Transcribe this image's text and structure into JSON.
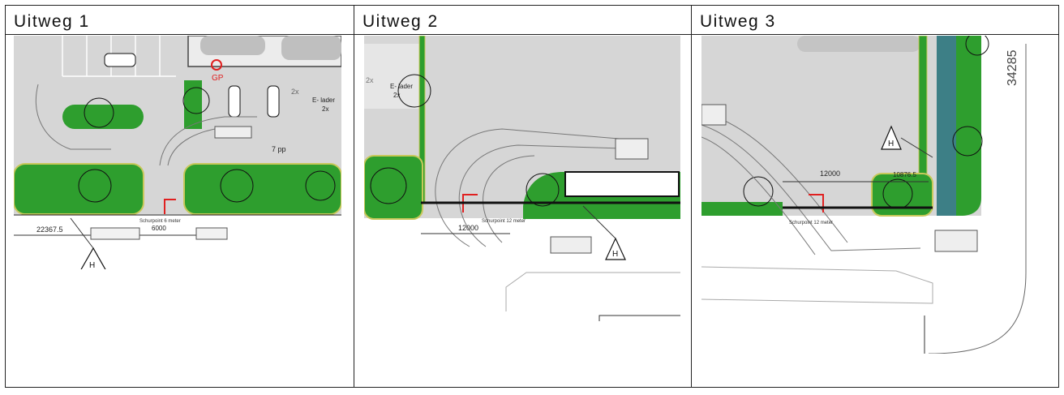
{
  "table": {
    "columns": [
      {
        "title": "Uitweg 1",
        "labels": {
          "gp": "GP",
          "two_x": "2x",
          "e_lader": "E- lader",
          "e_lader_count": "2x",
          "pp": "7 pp",
          "dim_a": "22367.5",
          "dim_b": "6000",
          "sweep": "Schurpoint 6 meter",
          "h_sign": "H"
        }
      },
      {
        "title": "Uitweg 2",
        "labels": {
          "two_x": "2x",
          "e_lader": "E- lader",
          "e_lader_count": "2x",
          "dim_a": "12000",
          "sweep": "Schurpoint 12 meter",
          "h_sign": "H"
        }
      },
      {
        "title": "Uitweg 3",
        "labels": {
          "coord": "34285",
          "dim_a": "12000",
          "dim_b": "10876.5",
          "sweep": "Schurpoint 12 meter",
          "h_sign": "H"
        }
      }
    ]
  },
  "colors": {
    "grass": "#2e9e2e",
    "grass_dark": "#1f6f1f",
    "pavement": "#d6d6d6",
    "line": "#555555",
    "arrow_red": "#e02020",
    "water": "#3d7f86"
  },
  "icons": [
    "tree-icon",
    "car-icon",
    "truck-icon",
    "warning-triangle-icon",
    "arrow-icon",
    "fire-hydrant-icon"
  ]
}
